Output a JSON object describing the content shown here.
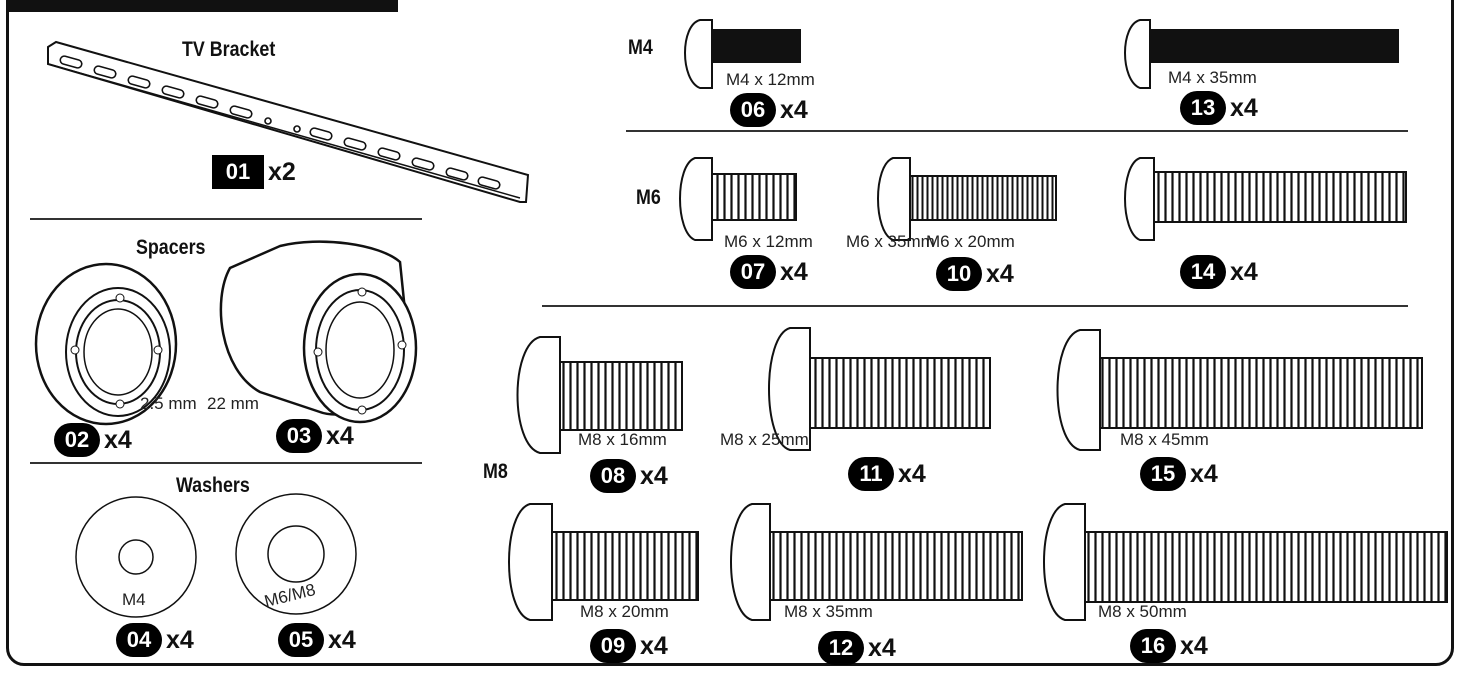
{
  "headers": {
    "tv_bracket": "TV Bracket",
    "spacers": "Spacers",
    "washers": "Washers"
  },
  "groups": {
    "m4": "M4",
    "m6": "M6",
    "m8": "M8"
  },
  "parts": [
    {
      "id": "p01",
      "number": "01",
      "qty": "x2"
    },
    {
      "id": "p02",
      "number": "02",
      "qty": "x4",
      "size": "2.5 mm"
    },
    {
      "id": "p03",
      "number": "03",
      "qty": "x4",
      "size": "22 mm"
    },
    {
      "id": "p04",
      "number": "04",
      "qty": "x4",
      "size": "M4"
    },
    {
      "id": "p05",
      "number": "05",
      "qty": "x4",
      "size": "M6/M8"
    },
    {
      "id": "p06",
      "number": "06",
      "qty": "x4",
      "size": "M4 x 12mm"
    },
    {
      "id": "p13",
      "number": "13",
      "qty": "x4",
      "size": "M4 x 35mm"
    },
    {
      "id": "p07",
      "number": "07",
      "qty": "x4",
      "size": "M6 x 12mm"
    },
    {
      "id": "p10",
      "number": "10",
      "qty": "x4",
      "size": "M6 x 35mm"
    },
    {
      "id": "p14",
      "number": "14",
      "qty": "x4",
      "size": "M6 x 20mm"
    },
    {
      "id": "p08",
      "number": "08",
      "qty": "x4",
      "size": "M8 x 16mm"
    },
    {
      "id": "p11",
      "number": "11",
      "qty": "x4",
      "size": "M8 x 25mm"
    },
    {
      "id": "p15",
      "number": "15",
      "qty": "x4",
      "size": "M8 x 45mm"
    },
    {
      "id": "p09",
      "number": "09",
      "qty": "x4",
      "size": "M8 x 20mm"
    },
    {
      "id": "p12",
      "number": "12",
      "qty": "x4",
      "size": "M8 x 35mm"
    },
    {
      "id": "p16",
      "number": "16",
      "qty": "x4",
      "size": "M8 x 50mm"
    }
  ]
}
